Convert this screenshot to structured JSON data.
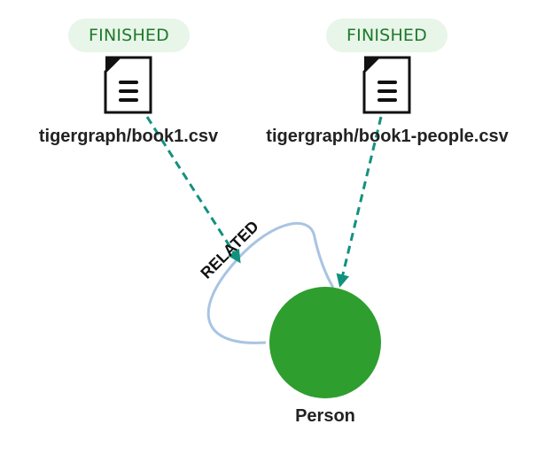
{
  "files": [
    {
      "status": "FINISHED",
      "filename": "tigergraph/book1.csv",
      "icon": "document-icon"
    },
    {
      "status": "FINISHED",
      "filename": "tigergraph/book1-people.csv",
      "icon": "document-icon"
    }
  ],
  "vertex": {
    "label": "Person",
    "color": "#2e9e2e"
  },
  "edge": {
    "label": "RELATED",
    "color": "#a9c4e2"
  },
  "colors": {
    "badge_bg": "#e8f5e9",
    "badge_text": "#1e7a2a",
    "link": "#13917f",
    "icon": "#111111"
  }
}
